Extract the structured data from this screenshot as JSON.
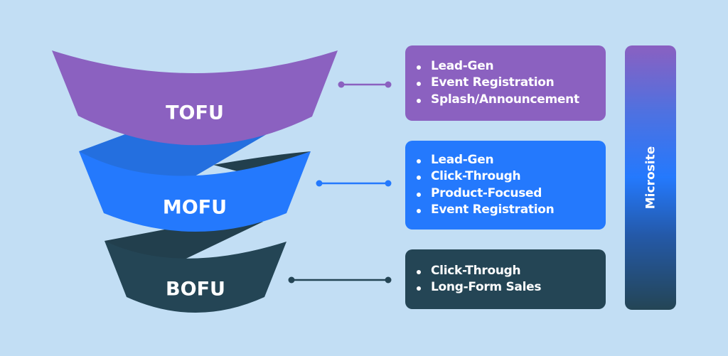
{
  "diagram": {
    "type": "marketing-funnel",
    "stages": [
      {
        "id": "tofu",
        "label": "TOFU",
        "color": "#8b61c0",
        "items": [
          "Lead-Gen",
          "Event Registration",
          "Splash/Announcement"
        ]
      },
      {
        "id": "mofu",
        "label": "MOFU",
        "color": "#2479fd",
        "back_color": "#246fdf",
        "items": [
          "Lead-Gen",
          "Click-Through",
          "Product-Focused",
          "Event Registration"
        ]
      },
      {
        "id": "bofu",
        "label": "BOFU",
        "color": "#244555",
        "back_color": "#223f4d",
        "items": [
          "Click-Through",
          "Long-Form Sales"
        ]
      }
    ],
    "spanning_label": "Microsite"
  },
  "colors": {
    "background": "#c2def4"
  }
}
